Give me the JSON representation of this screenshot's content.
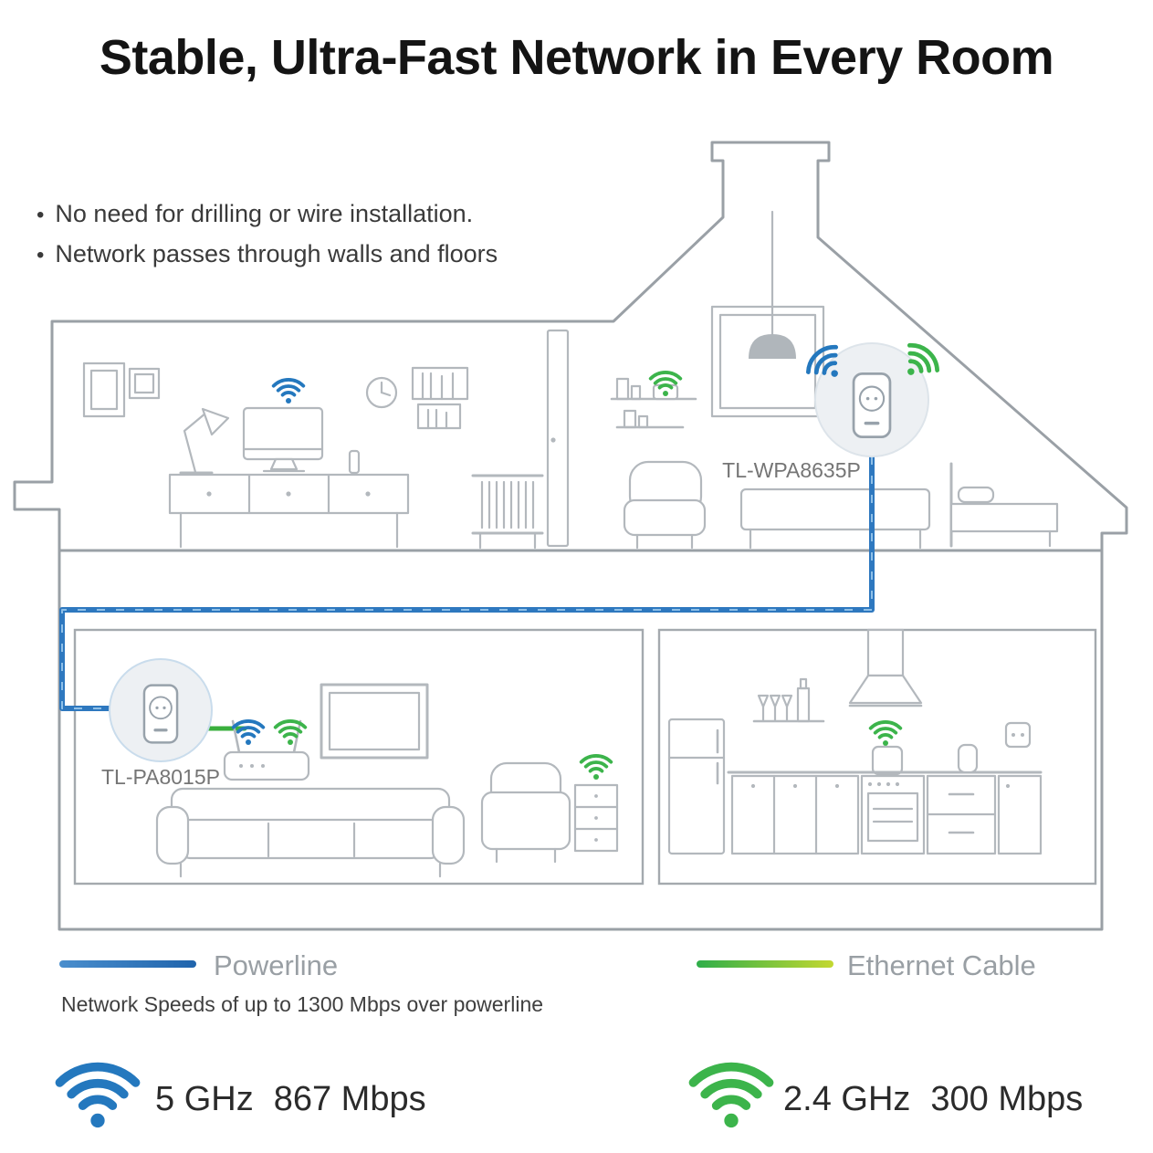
{
  "title": "Stable, Ultra-Fast Network in Every Room",
  "bullet_char": "•",
  "bullets": [
    "No need for drilling or wire installation.",
    "Network passes through walls and floors"
  ],
  "devices": {
    "upstairs_label": "TL-WPA8635P",
    "downstairs_label": "TL-PA8015P"
  },
  "legend": {
    "powerline": "Powerline",
    "ethernet": "Ethernet Cable",
    "note": "Network Speeds of up to 1300 Mbps over powerline"
  },
  "specs": [
    {
      "band": "5 GHz",
      "speed": "867 Mbps",
      "color": "#2478be"
    },
    {
      "band": "2.4 GHz",
      "speed": "300 Mbps",
      "color": "#3cb44b"
    }
  ],
  "colors": {
    "powerline_blue": "#2e78bf",
    "ethernet_green": "#3aaf3d",
    "wifi_blue": "#2478be",
    "wifi_green": "#3cb44b",
    "outline_gray": "#9aa0a6",
    "furniture_gray": "#b3b8bd"
  }
}
